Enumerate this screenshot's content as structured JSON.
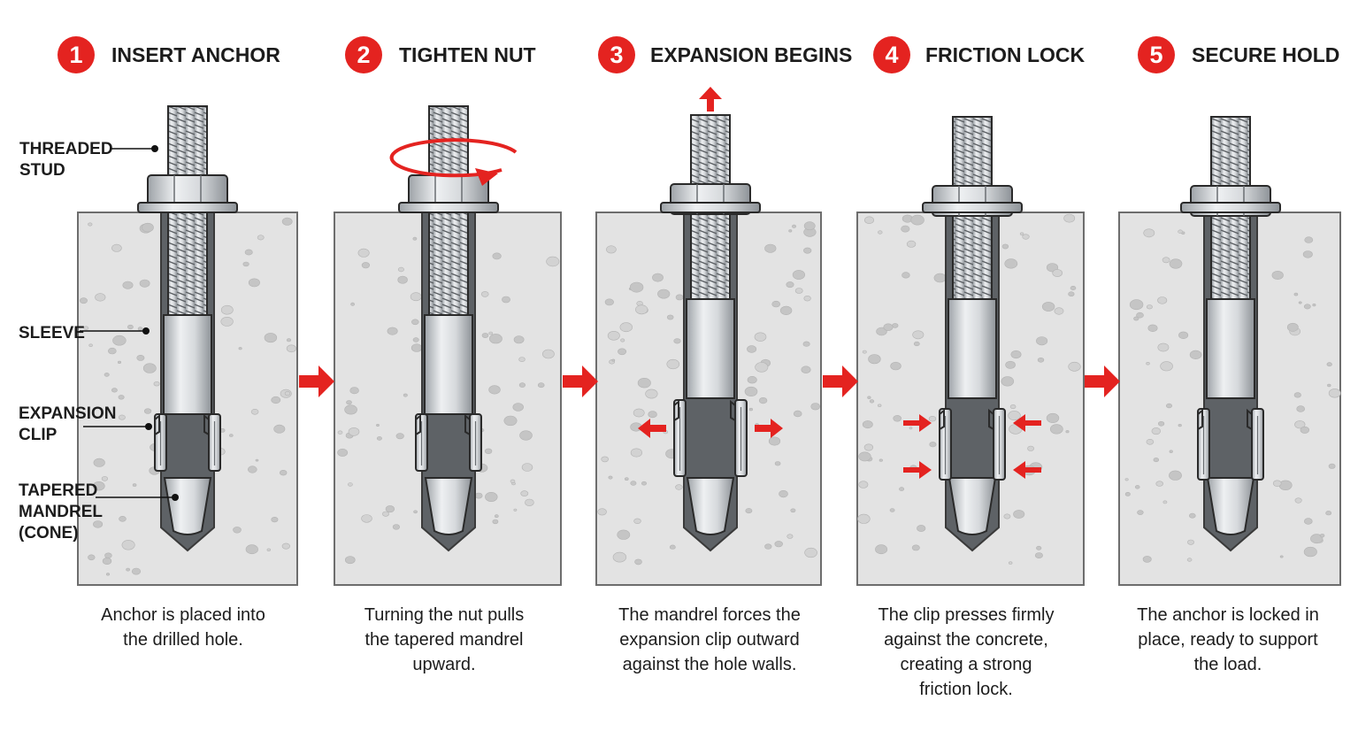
{
  "steps": [
    {
      "number": "1",
      "title": "INSERT ANCHOR",
      "caption": [
        "Anchor is placed into",
        "the drilled hole."
      ]
    },
    {
      "number": "2",
      "title": "TIGHTEN NUT",
      "caption": [
        "Turning the nut pulls",
        "the tapered mandrel",
        "upward."
      ]
    },
    {
      "number": "3",
      "title": "EXPANSION BEGINS",
      "caption": [
        "The mandrel forces the",
        "expansion clip outward",
        "against the hole walls."
      ]
    },
    {
      "number": "4",
      "title": "FRICTION LOCK",
      "caption": [
        "The clip presses firmly",
        "against the concrete,",
        "creating a strong",
        "friction lock."
      ]
    },
    {
      "number": "5",
      "title": "SECURE HOLD",
      "caption": [
        "The anchor is locked in",
        "place, ready to support",
        "the load."
      ]
    }
  ],
  "labels": {
    "threaded_stud": [
      "THREADED",
      "STUD"
    ],
    "sleeve": [
      "SLEEVE"
    ],
    "expansion_clip": [
      "EXPANSION",
      "CLIP"
    ],
    "tapered_mandrel": [
      "TAPERED",
      "MANDREL",
      "(CONE)"
    ]
  },
  "colors": {
    "accent_red": "#e42320",
    "concrete": "#e3e3e3",
    "steel": "#d4d7da",
    "outline": "#2a2a2a"
  }
}
